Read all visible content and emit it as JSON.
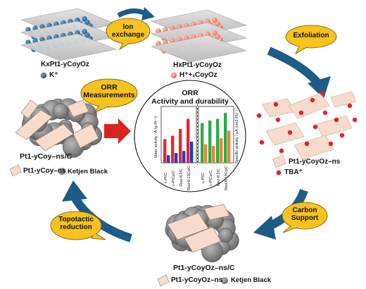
{
  "stages": {
    "layered": {
      "formula": "KxPt1-yCoyOz",
      "legend": "K⁺"
    },
    "protonated": {
      "formula": "HxPt1-yCoyOz",
      "legend": "H⁺+ₓCoyOz"
    },
    "exfoliated": {
      "nanosheet_label": "Pt1-yCoyOz–ns",
      "ion_label": "TBA⁺"
    },
    "supported": {
      "formula": "Pt1-yCoyOz–ns/C",
      "nanosheet_label": "Pt1-yCoyOz–ns",
      "carbon_label": "Ketjen Black"
    },
    "reduced": {
      "formula": "Pt1-yCoy–ns/C",
      "nanosheet_label": "Pt1-yCoy–ns",
      "carbon_label": "Ketjen Black"
    }
  },
  "steps": {
    "ion_exchange": "Ion exchange",
    "exfoliation": "Exfoliation",
    "carbon_support": "Carbon Support",
    "topotactic_reduction": "Topotactic reduction",
    "orr_measurements": "ORR Measurements"
  },
  "center": {
    "title": "ORR\nActivity and durability"
  },
  "chart_data": [
    {
      "type": "bar",
      "ylabel": "Mass activity / A (g-Pt⁻¹)",
      "categories": [
        "c-Pt/C",
        "c-PtCo/C",
        "Red-8:2/C",
        "Red-8:13Co/C"
      ],
      "series": [
        {
          "values": [
            280,
            320,
            400,
            520
          ]
        },
        {
          "values": [
            90,
            115,
            140,
            250
          ]
        }
      ],
      "ylim": [
        0,
        600
      ],
      "colors": [
        "#e8252e",
        "#1f3fbf"
      ]
    },
    {
      "type": "bar",
      "ylabel": "Specific activity / μA (cm2-Pt)⁻¹",
      "categories": [
        "c-Pt/C",
        "c-PtCo/C",
        "Red-8:2/C",
        "Red-8:13Co/C"
      ],
      "series": [
        {
          "values": [
            470,
            500,
            520,
            590
          ]
        },
        {
          "values": [
            220,
            200,
            290,
            380
          ]
        }
      ],
      "ylim": [
        0,
        600
      ],
      "colors": [
        "#2eaa4a",
        "#e8843a"
      ]
    }
  ],
  "colors": {
    "arrow": "#1d5c86",
    "bubble": "#f6c21e",
    "red_arrow": "#d9231d",
    "blue_ion": "#1e5d87",
    "orange_ion": "#f4856a",
    "tba": "#e0202e",
    "sheet": "#f6d7c2",
    "carbon": "#808080"
  }
}
